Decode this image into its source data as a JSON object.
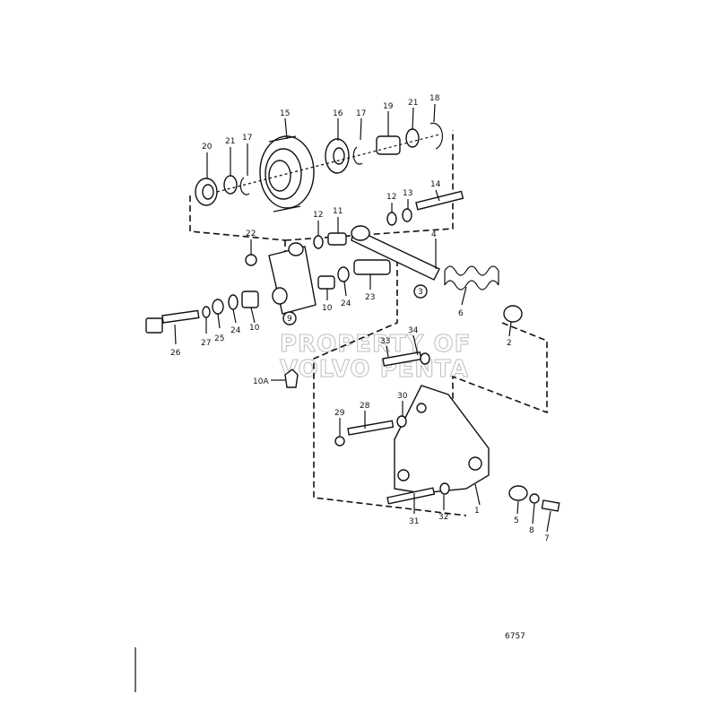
{
  "diagram_number": "6757",
  "watermark": {
    "line1": "PROPERTY OF",
    "line2": "VOLVO PENTA"
  },
  "callouts": {
    "c1": "1",
    "c2": "2",
    "c3": "3",
    "c4": "4",
    "c5": "5",
    "c6": "6",
    "c7": "7",
    "c8": "8",
    "c9": "9",
    "c10a": "10",
    "c10b": "10",
    "c10A": "10A",
    "c11": "11",
    "c12a": "12",
    "c12b": "12",
    "c13": "13",
    "c14": "14",
    "c15": "15",
    "c16": "16",
    "c17a": "17",
    "c17b": "17",
    "c18": "18",
    "c19": "19",
    "c20": "20",
    "c21a": "21",
    "c21b": "21",
    "c22": "22",
    "c23": "23",
    "c24a": "24",
    "c24b": "24",
    "c25": "25",
    "c26": "26",
    "c27": "27",
    "c28": "28",
    "c29": "29",
    "c30": "30",
    "c31": "31",
    "c32": "32",
    "c33": "33",
    "c34": "34"
  }
}
